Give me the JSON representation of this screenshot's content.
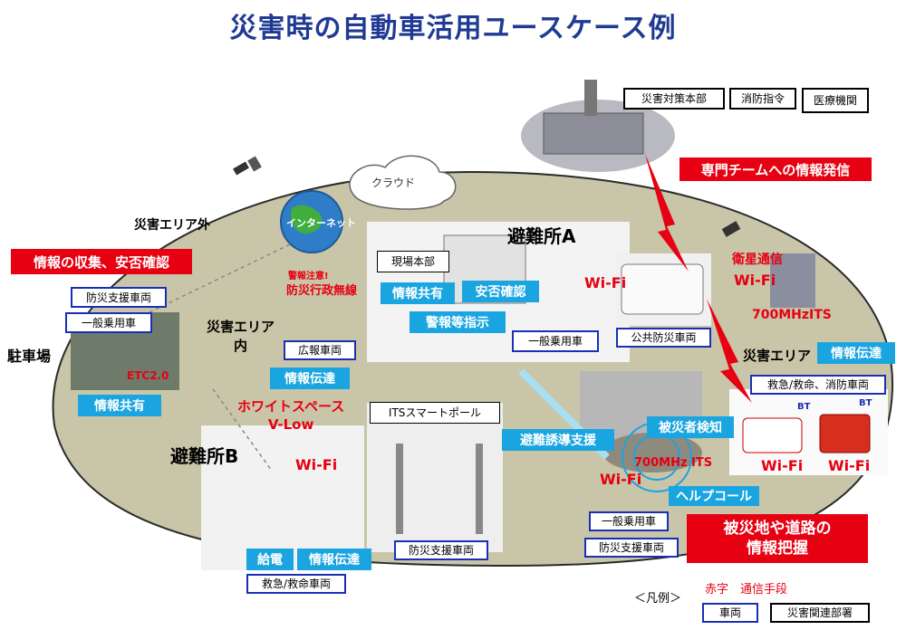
{
  "title": "災害時の自動車活用ユースケース例",
  "colors": {
    "accent_red": "#e60012",
    "accent_cyan": "#1aa5e0",
    "vehicle_border": "#1a2fb5",
    "title_blue": "#1f3a93",
    "area_fill": "#c9c5a8"
  },
  "zones": {
    "outside": "災害エリア外",
    "inside": "災害エリア\n内",
    "right": "災害エリア",
    "parking": "駐車場",
    "shelter_a": "避難所A",
    "shelter_b": "避難所B"
  },
  "cloud_label": "クラウド",
  "internet_label": "インターネット",
  "depts": [
    "災害対策本部",
    "消防指令",
    "医療機関"
  ],
  "legend_caption": "＜凡例＞",
  "legend_red": "赤字　通信手段",
  "legend_vehicle": "車両",
  "legend_dept": "災害関連部署",
  "vehicles": {
    "bousai_left": "防災支援車両",
    "ippan_left": "一般乗用車",
    "kouhou": "広報車両",
    "ippan_a": "一般乗用車",
    "kouei": "公共防災車両",
    "kyukyu_right": "救急/救命、消防車両",
    "ippan_bottom": "一般乗用車",
    "bousai_bottom": "防災支援車両",
    "bousai_b": "防災支援車両",
    "kyukyu_b": "救急/救命車両"
  },
  "labels": {
    "genba": "現場本部",
    "its_pole": "ITSスマートポール"
  },
  "cyan": {
    "share_a": "情報共有",
    "safety": "安否確認",
    "warning": "警報等指示",
    "relay_left": "情報伝達",
    "share_left": "情報共有",
    "relay_right": "情報伝達",
    "evac": "避難誘導支援",
    "detect": "被災者検知",
    "help": "ヘルプコール",
    "power": "給電",
    "relay_b": "情報伝達"
  },
  "red_boxes": {
    "collect": "情報の収集、安否確認",
    "expert": "専門チームへの情報発信",
    "grasp": "被災地や道路の\n情報把握"
  },
  "red_text": {
    "bousai_radio": "防災行政無線",
    "keiho": "警報注意!",
    "whitespace": "ホワイトスペース\nV-Low",
    "wifi_a": "Wi-Fi",
    "wifi_b": "Wi-Fi",
    "wifi_sat": "Wi-Fi",
    "satellite": "衛星通信",
    "its700_right": "700MHzITS",
    "its700_bottom": "700MHz ITS",
    "wifi_bottom": "Wi-Fi",
    "wifi_amb": "Wi-Fi",
    "wifi_fire": "Wi-Fi",
    "etc": "ETC2.0",
    "bt1": "BT",
    "bt2": "BT"
  }
}
